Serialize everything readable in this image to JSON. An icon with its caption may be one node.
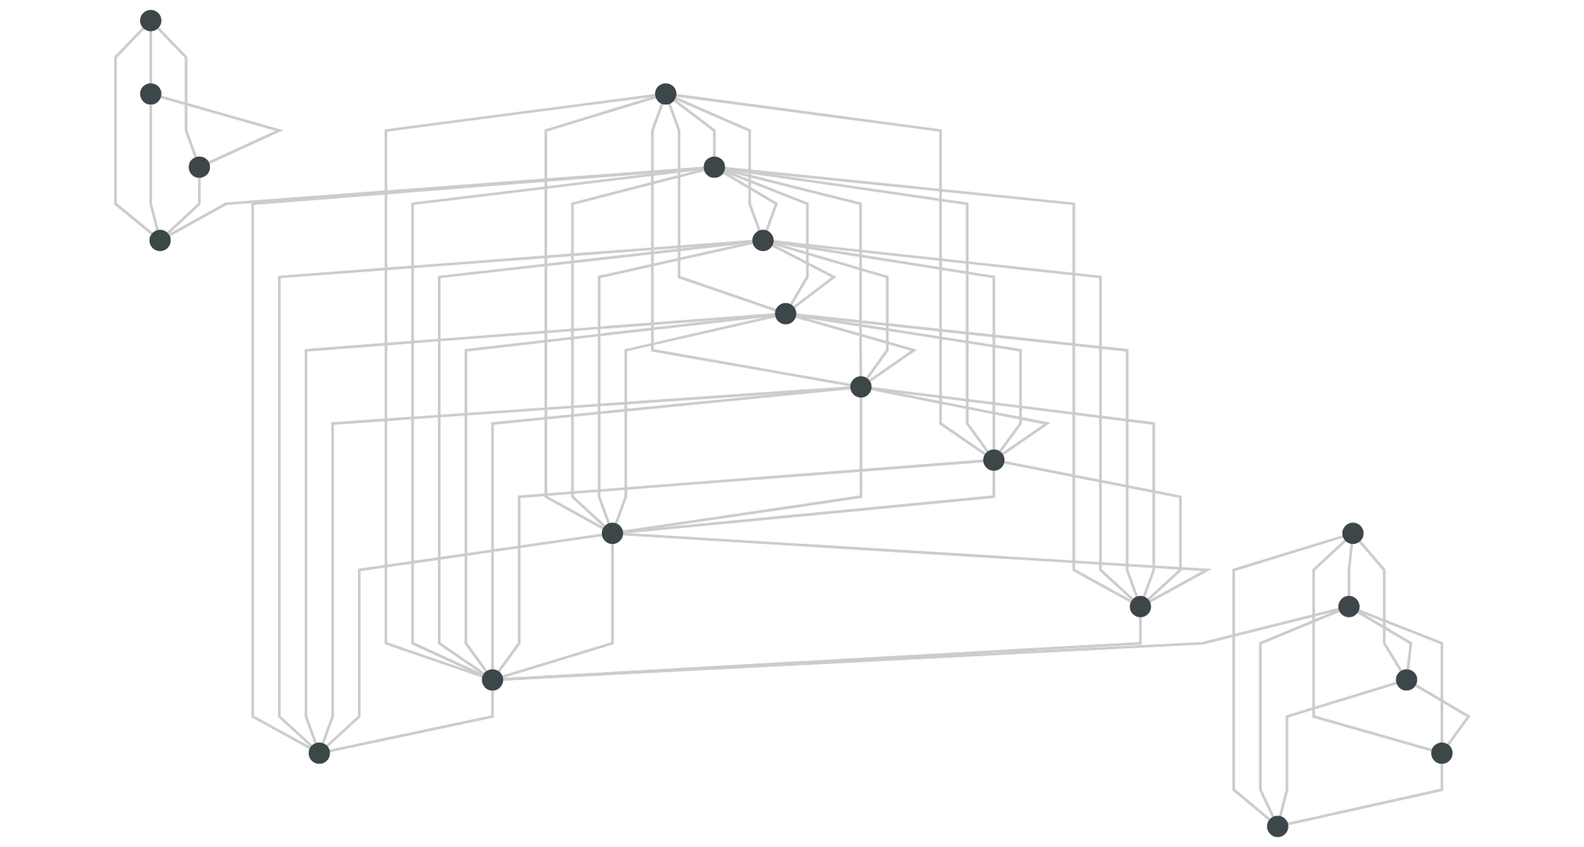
{
  "diagram": {
    "nodes": [
      {
        "text": [],
        "shape": "circle"
      },
      {
        "text": [],
        "shape": "circle"
      },
      {
        "text": [],
        "shape": "circle"
      },
      {
        "text": [],
        "shape": "circle"
      },
      {
        "text": [],
        "shape": "circle"
      },
      {
        "text": [],
        "shape": "circle"
      },
      {
        "text": [],
        "shape": "circle"
      },
      {
        "text": [],
        "shape": "circle"
      },
      {
        "text": [],
        "shape": "circle"
      },
      {
        "text": [],
        "shape": "circle"
      },
      {
        "text": [],
        "shape": "circle"
      },
      {
        "text": [],
        "shape": "circle"
      },
      {
        "text": [],
        "shape": "circle"
      },
      {
        "text": [],
        "shape": "circle"
      },
      {
        "text": [],
        "shape": "circle"
      },
      {
        "text": [],
        "shape": "circle"
      },
      {
        "text": [],
        "shape": "circle"
      },
      {
        "text": [],
        "shape": "circle"
      },
      {
        "text": [],
        "shape": "circle"
      }
    ],
    "edges": [
      {
        "from": 0,
        "to": 1,
        "arrow": "none"
      },
      {
        "from": 0,
        "to": 2,
        "arrow": "none"
      },
      {
        "from": 0,
        "to": 3,
        "arrow": "none"
      },
      {
        "from": 1,
        "to": 2,
        "arrow": "none"
      },
      {
        "from": 1,
        "to": 3,
        "arrow": "none"
      },
      {
        "from": 2,
        "to": 3,
        "arrow": "none"
      },
      {
        "from": 5,
        "to": 3,
        "arrow": "none"
      },
      {
        "from": 4,
        "to": 5,
        "arrow": "none"
      },
      {
        "from": 4,
        "to": 6,
        "arrow": "none"
      },
      {
        "from": 4,
        "to": 7,
        "arrow": "none"
      },
      {
        "from": 4,
        "to": 8,
        "arrow": "none"
      },
      {
        "from": 4,
        "to": 9,
        "arrow": "none"
      },
      {
        "from": 4,
        "to": 10,
        "arrow": "none"
      },
      {
        "from": 4,
        "to": 12,
        "arrow": "none"
      },
      {
        "from": 5,
        "to": 6,
        "arrow": "none"
      },
      {
        "from": 5,
        "to": 7,
        "arrow": "none"
      },
      {
        "from": 5,
        "to": 8,
        "arrow": "none"
      },
      {
        "from": 5,
        "to": 9,
        "arrow": "none"
      },
      {
        "from": 5,
        "to": 10,
        "arrow": "none"
      },
      {
        "from": 5,
        "to": 11,
        "arrow": "none"
      },
      {
        "from": 5,
        "to": 12,
        "arrow": "none"
      },
      {
        "from": 5,
        "to": 13,
        "arrow": "none"
      },
      {
        "from": 6,
        "to": 7,
        "arrow": "none"
      },
      {
        "from": 6,
        "to": 8,
        "arrow": "none"
      },
      {
        "from": 6,
        "to": 9,
        "arrow": "none"
      },
      {
        "from": 6,
        "to": 10,
        "arrow": "none"
      },
      {
        "from": 6,
        "to": 11,
        "arrow": "none"
      },
      {
        "from": 6,
        "to": 12,
        "arrow": "none"
      },
      {
        "from": 6,
        "to": 13,
        "arrow": "none"
      },
      {
        "from": 7,
        "to": 8,
        "arrow": "none"
      },
      {
        "from": 7,
        "to": 9,
        "arrow": "none"
      },
      {
        "from": 7,
        "to": 10,
        "arrow": "none"
      },
      {
        "from": 7,
        "to": 11,
        "arrow": "none"
      },
      {
        "from": 7,
        "to": 12,
        "arrow": "none"
      },
      {
        "from": 7,
        "to": 13,
        "arrow": "none"
      },
      {
        "from": 8,
        "to": 9,
        "arrow": "none"
      },
      {
        "from": 8,
        "to": 10,
        "arrow": "none"
      },
      {
        "from": 8,
        "to": 11,
        "arrow": "none"
      },
      {
        "from": 8,
        "to": 12,
        "arrow": "none"
      },
      {
        "from": 8,
        "to": 13,
        "arrow": "none"
      },
      {
        "from": 9,
        "to": 10,
        "arrow": "none"
      },
      {
        "from": 9,
        "to": 11,
        "arrow": "none"
      },
      {
        "from": 9,
        "to": 12,
        "arrow": "none"
      },
      {
        "from": 10,
        "to": 11,
        "arrow": "none"
      },
      {
        "from": 10,
        "to": 12,
        "arrow": "none"
      },
      {
        "from": 10,
        "to": 13,
        "arrow": "none"
      },
      {
        "from": 11,
        "to": 12,
        "arrow": "none"
      },
      {
        "from": 12,
        "to": 13,
        "arrow": "none"
      },
      {
        "from": 15,
        "to": 12,
        "arrow": "none"
      },
      {
        "from": 14,
        "to": 15,
        "arrow": "none"
      },
      {
        "from": 14,
        "to": 16,
        "arrow": "none"
      },
      {
        "from": 14,
        "to": 17,
        "arrow": "none"
      },
      {
        "from": 14,
        "to": 18,
        "arrow": "none"
      },
      {
        "from": 15,
        "to": 16,
        "arrow": "none"
      },
      {
        "from": 15,
        "to": 17,
        "arrow": "none"
      },
      {
        "from": 15,
        "to": 18,
        "arrow": "none"
      },
      {
        "from": 16,
        "to": 17,
        "arrow": "none"
      },
      {
        "from": 16,
        "to": 18,
        "arrow": "none"
      },
      {
        "from": 17,
        "to": 18,
        "arrow": "none"
      }
    ]
  }
}
